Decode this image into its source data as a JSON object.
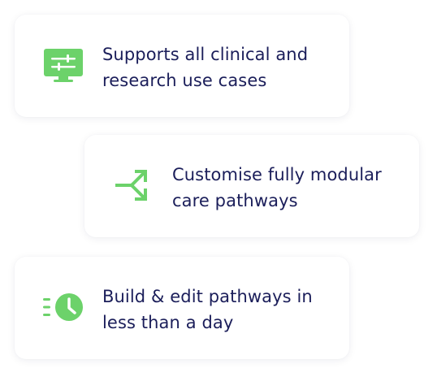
{
  "features": [
    {
      "icon": "sliders-monitor-icon",
      "text": "Supports all clinical and research use cases"
    },
    {
      "icon": "merge-arrows-icon",
      "text": "Customise fully modular care pathways"
    },
    {
      "icon": "fast-clock-icon",
      "text": "Build & edit pathways in less than a day"
    }
  ],
  "colors": {
    "accent": "#6cd26a",
    "text": "#1b1e5a",
    "card_background": "#ffffff"
  }
}
